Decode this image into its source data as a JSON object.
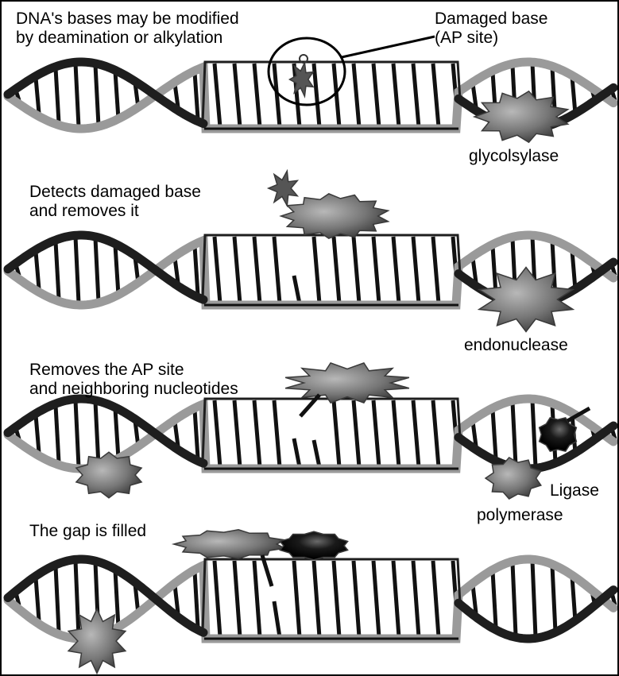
{
  "panels": [
    {
      "caption": "DNA's bases may be modified\nby deamination or alkylation",
      "callout": "Damaged base\n(AP site)",
      "enzyme": "glycolsylase"
    },
    {
      "caption": "Detects damaged base\nand removes it",
      "enzyme": "endonuclease"
    },
    {
      "caption": "Removes the AP site\nand neighboring nucleotides",
      "enzymes": [
        "Ligase",
        "polymerase"
      ]
    },
    {
      "caption": "The gap is filled"
    }
  ],
  "colors": {
    "dark_strand": "#1e1e1e",
    "light_strand": "#9a9a9a",
    "enzyme_gray": "#6e6e6e",
    "ligase_black": "#151515"
  }
}
